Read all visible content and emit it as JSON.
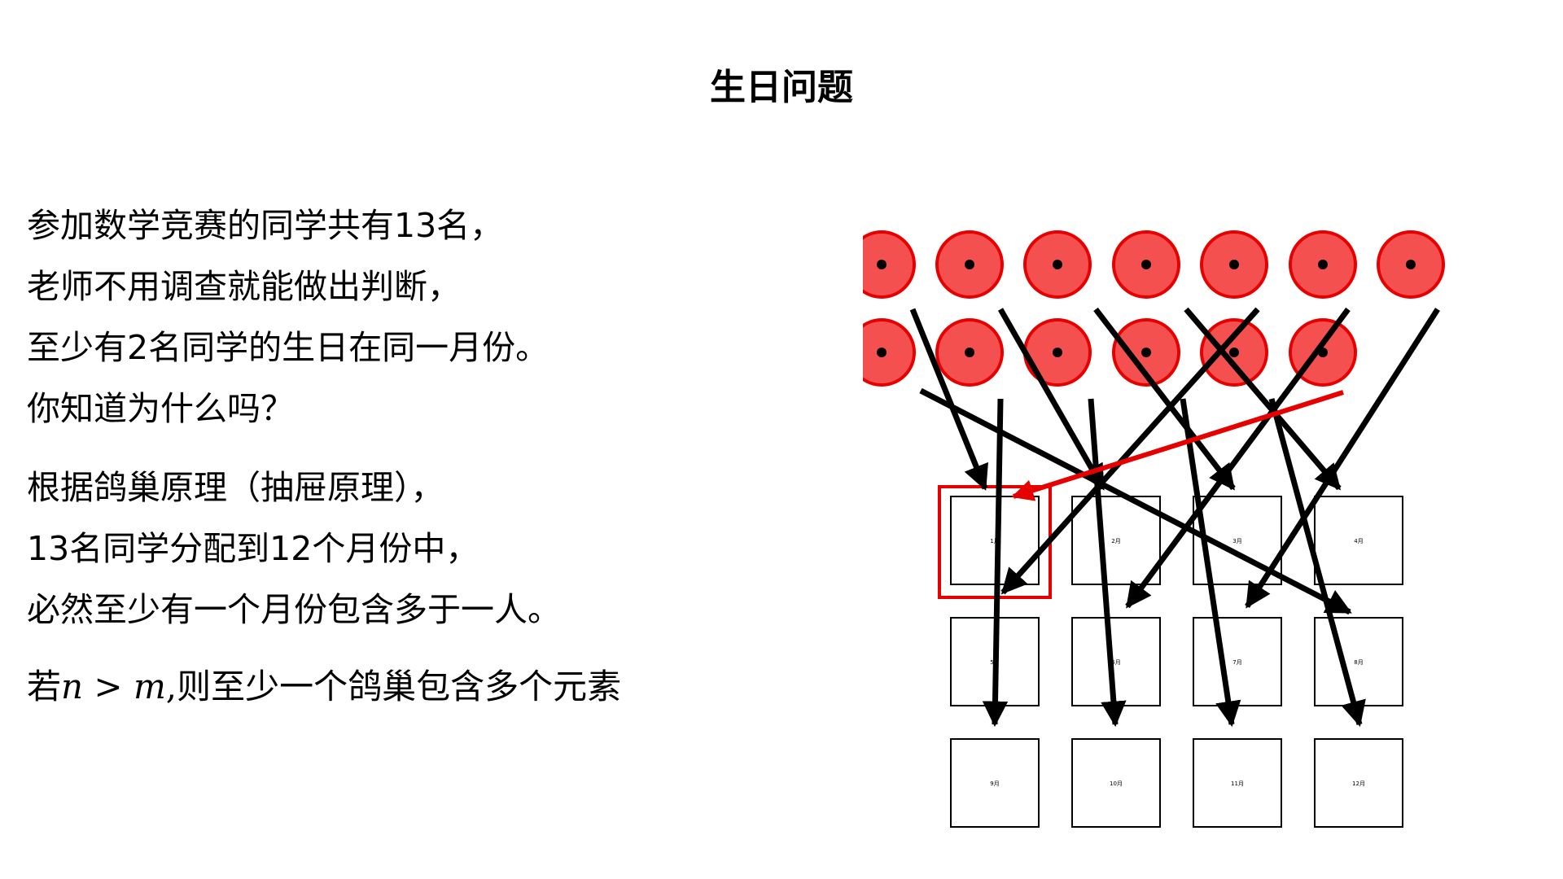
{
  "title": "生日问题",
  "paragraphs": [
    {
      "lines": [
        "参加数学竞赛的同学共有13名，",
        "老师不用调查就能做出判断，",
        "至少有2名同学的生日在同一月份。",
        "你知道为什么吗？"
      ]
    },
    {
      "lines": [
        "根据鸽巢原理（抽屉原理），",
        "13名同学分配到12个月份中，",
        "必然至少有一个月份包含多于一人。"
      ]
    }
  ],
  "formula": {
    "prefix": "若",
    "math": "n > m",
    "suffix": ",则至少一个鸽巢包含多个元素"
  },
  "diagram": {
    "pigeon_count": 13,
    "pigeon_color": "#f45050",
    "pigeon_border": "#e60000",
    "highlight_color": "#e60000",
    "months": [
      "1月",
      "2月",
      "3月",
      "4月",
      "5月",
      "6月",
      "7月",
      "8月",
      "9月",
      "10月",
      "11月",
      "12月"
    ],
    "highlighted_month": "1月"
  }
}
